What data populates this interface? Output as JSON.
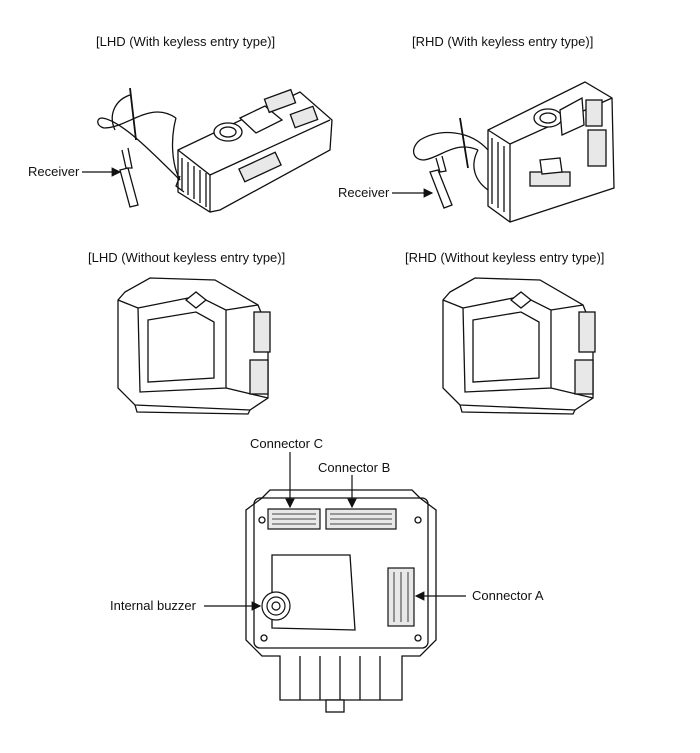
{
  "titles": {
    "lhd_keyless": "[LHD (With keyless entry type)]",
    "rhd_keyless": "[RHD (With keyless entry type)]",
    "lhd_no_keyless": "[LHD (Without keyless entry type)]",
    "rhd_no_keyless": "[RHD (Without keyless entry type)]"
  },
  "callouts": {
    "receiver_lhd": "Receiver",
    "receiver_rhd": "Receiver",
    "connector_c": "Connector C",
    "connector_b": "Connector B",
    "connector_a": "Connector A",
    "internal_buzzer": "Internal buzzer"
  },
  "colors": {
    "line": "#111111",
    "fill": "#ffffff",
    "shade": "#e8e8e8"
  }
}
